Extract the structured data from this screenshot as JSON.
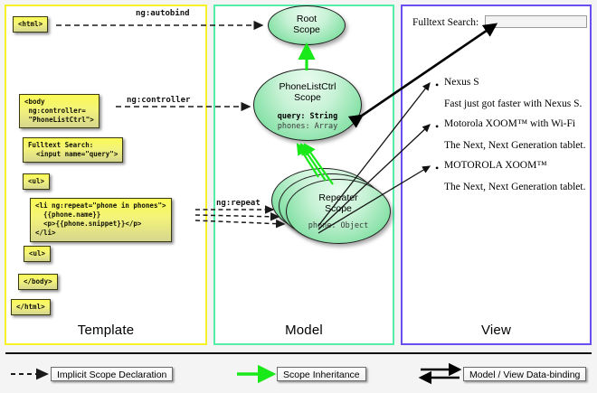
{
  "columns": {
    "template": {
      "label": "Template",
      "border_color": "#f7f12a"
    },
    "model": {
      "label": "Model",
      "border_color": "#55eea9"
    },
    "view": {
      "label": "View",
      "border_color": "#6a4ff0"
    }
  },
  "template_boxes": [
    {
      "name": "html-open-tag",
      "text": "<html>"
    },
    {
      "name": "body-open-tag",
      "text": "<body\n ng:controller=\n \"PhoneListCtrl\">"
    },
    {
      "name": "fulltext-search-markup",
      "text": "Fulltext Search:\n  <input name=\"query\">"
    },
    {
      "name": "ul-open-tag",
      "text": "<ul>"
    },
    {
      "name": "li-repeat-markup",
      "text": "<li ng:repeat=\"phone in phones\">\n  {{phone.name}}\n  <p>{{phone.snippet}}</p>\n</li>"
    },
    {
      "name": "ul-close-tag",
      "text": "<ul>"
    },
    {
      "name": "body-close-tag",
      "text": "</body>"
    },
    {
      "name": "html-close-tag",
      "text": "</html>"
    }
  ],
  "edge_labels": {
    "autobind": "ng:autobind",
    "controller": "ng:controller",
    "repeat": "ng:repeat"
  },
  "scopes": [
    {
      "name": "root-scope",
      "title": "Root\nScope",
      "props": []
    },
    {
      "name": "phonelistctrl-scope",
      "title": "PhoneListCtrl\nScope",
      "props": [
        {
          "text": "query: String",
          "strong": true
        },
        {
          "text": "phones: Array",
          "strong": false
        }
      ]
    },
    {
      "name": "repeater-scope",
      "title": "Repeater\nScope",
      "props": [
        {
          "text": "phone: Object",
          "strong": false
        }
      ],
      "stack_count": 3
    }
  ],
  "view": {
    "search_label": "Fulltext Search:",
    "search_value": "",
    "search_placeholder": "",
    "phones": [
      {
        "name": "Nexus S",
        "snippet": "Fast just got faster with Nexus S."
      },
      {
        "name": "Motorola XOOM™  with Wi-Fi",
        "snippet": "The Next, Next Generation tablet."
      },
      {
        "name": "MOTOROLA XOOM™",
        "snippet": "The Next, Next Generation tablet."
      }
    ],
    "bullet_glyph": "•"
  },
  "legend": [
    {
      "name": "legend-implicit-scope-declaration",
      "label": "Implicit Scope Declaration",
      "style": "dashed-black-arrow"
    },
    {
      "name": "legend-scope-inheritance",
      "label": "Scope Inheritance",
      "style": "solid-green-arrow"
    },
    {
      "name": "legend-model-view-data-binding",
      "label": "Model / View Data-binding",
      "style": "double-black-arrow"
    }
  ],
  "colors": {
    "dashed_arrow": "#1a1a1a",
    "inheritance_arrow": "#19e819",
    "binding_arrow": "#000000",
    "code_box_fill": "#f5f55f",
    "scope_fill": "#8fe3ad"
  }
}
